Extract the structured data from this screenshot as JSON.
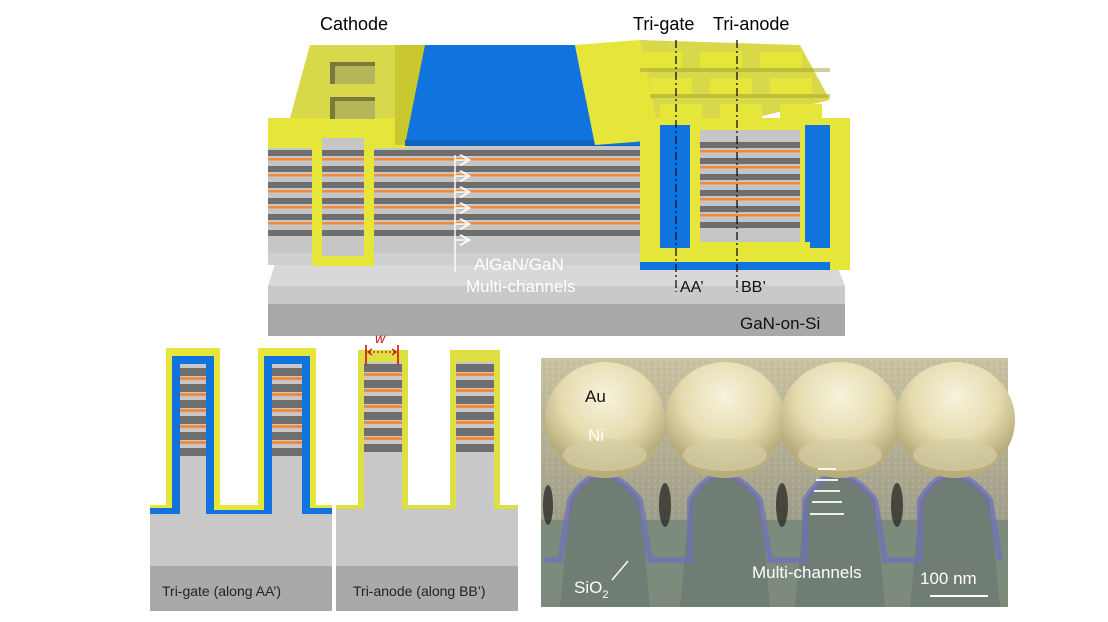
{
  "top": {
    "cathode": "Cathode",
    "tri_gate": "Tri-gate",
    "tri_anode": "Tri-anode",
    "channels_line1": "AlGaN/GaN",
    "channels_line2": "Multi-channels",
    "cut_aa": "AA’",
    "cut_bb": "BB’",
    "substrate": "GaN-on-Si"
  },
  "cross_sections": {
    "width_symbol": "w",
    "tri_gate_caption": "Tri-gate (along AA’)",
    "tri_anode_caption": "Tri-anode (along BB’)"
  },
  "sem": {
    "au": "Au",
    "ni": "Ni",
    "sio2_main": "SiO",
    "sio2_sub": "2",
    "multichannels": "Multi-channels",
    "scale": "100 nm"
  },
  "colors": {
    "yellow": "#e6e63a",
    "blue": "#1173de",
    "orange": "#f28a3c",
    "dark_gray": "#6e6e6e",
    "light_gray": "#c8c8c8",
    "substrate": "#a9a9a9"
  }
}
